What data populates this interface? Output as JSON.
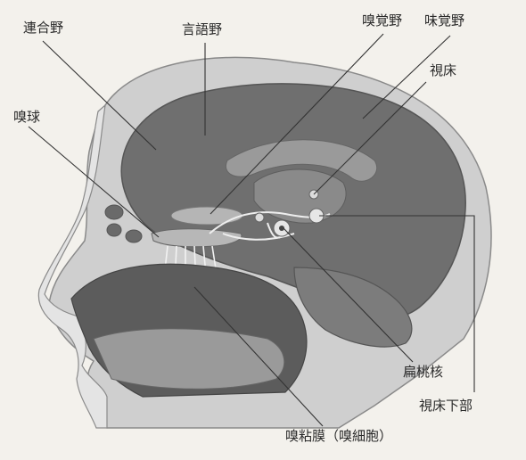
{
  "labels": {
    "association_area": "連合野",
    "language_area": "言語野",
    "olfactory_area": "嗅覚野",
    "gustatory_area": "味覚野",
    "thalamus": "視床",
    "olfactory_bulb": "嗅球",
    "amygdala": "扁桃核",
    "hypothalamus": "視床下部",
    "olfactory_mucosa": "嗅粘膜（嗅細胞）"
  },
  "colors": {
    "background": "#f3f1ec",
    "brain_fill": "#6f6f6f",
    "skull_fill": "#cfcfcf",
    "tissue_fill": "#9a9a9a",
    "cavity_fill": "#5c5c5c",
    "leader_line": "#333333"
  }
}
